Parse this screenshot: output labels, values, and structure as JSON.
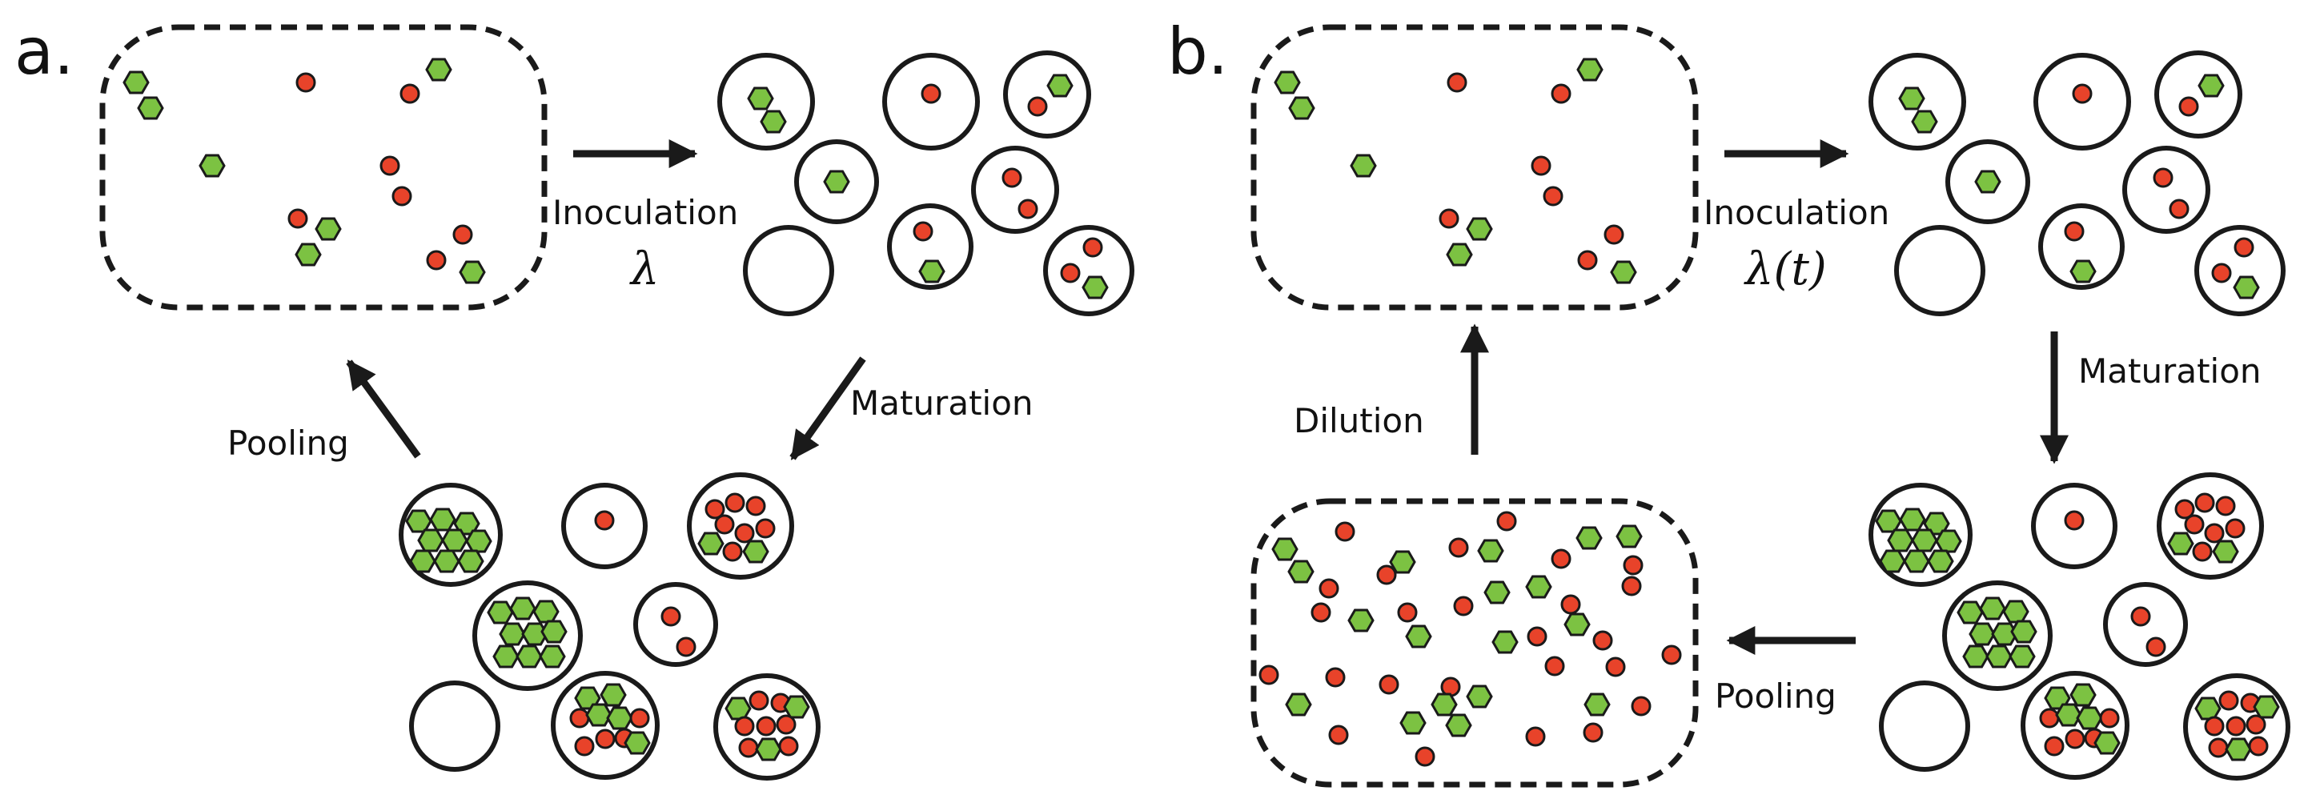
{
  "colors": {
    "red_cell": "#e8432a",
    "green_cell": "#7cc242",
    "outline": "#1a1a1a",
    "background": "#ffffff"
  },
  "panel_a": {
    "label": "a.",
    "steps": {
      "inoculation": "Inoculation",
      "inoculation_param": "λ",
      "maturation": "Maturation",
      "pooling": "Pooling"
    }
  },
  "panel_b": {
    "label": "b.",
    "steps": {
      "inoculation": "Inoculation",
      "inoculation_param": "λ(t)",
      "maturation": "Maturation",
      "pooling": "Pooling",
      "dilution": "Dilution"
    }
  }
}
